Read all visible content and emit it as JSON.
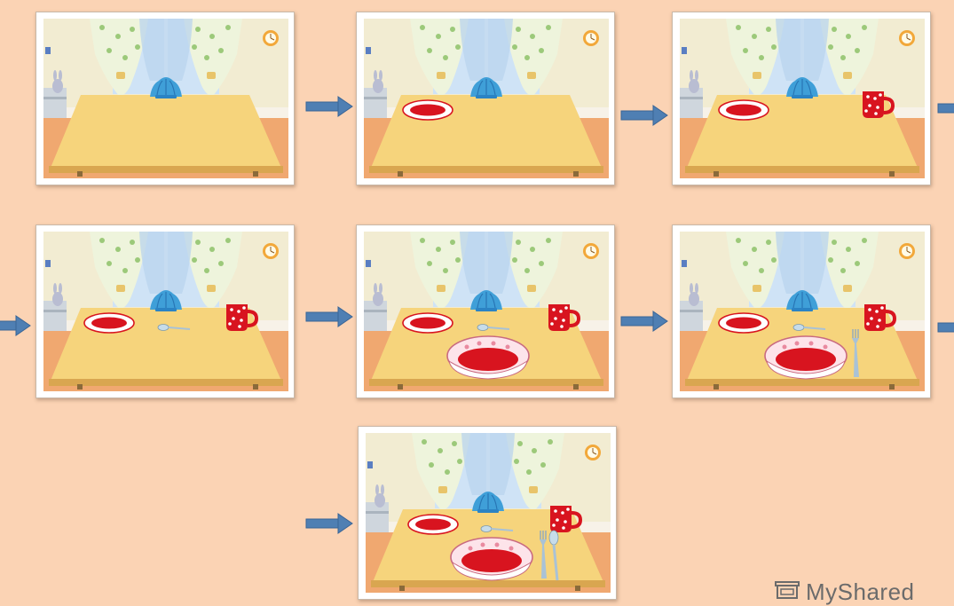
{
  "sequence": {
    "steps": [
      {
        "step": 1,
        "items": [
          "napkin-holder"
        ]
      },
      {
        "step": 2,
        "items": [
          "napkin-holder",
          "small-plate"
        ]
      },
      {
        "step": 3,
        "items": [
          "napkin-holder",
          "small-plate",
          "mug"
        ]
      },
      {
        "step": 4,
        "items": [
          "napkin-holder",
          "small-plate",
          "mug",
          "teaspoon"
        ]
      },
      {
        "step": 5,
        "items": [
          "napkin-holder",
          "small-plate",
          "mug",
          "teaspoon",
          "soup-bowl"
        ]
      },
      {
        "step": 6,
        "items": [
          "napkin-holder",
          "small-plate",
          "mug",
          "teaspoon",
          "soup-bowl",
          "fork"
        ]
      },
      {
        "step": 7,
        "items": [
          "napkin-holder",
          "small-plate",
          "mug",
          "teaspoon",
          "soup-bowl",
          "fork",
          "spoon"
        ]
      }
    ]
  },
  "watermark": {
    "text": "MyShared",
    "icon": "projector-screen-icon"
  },
  "colors": {
    "background": "#fbd3b4",
    "arrow": "#4f7fb3",
    "table": "#f6d47c",
    "napkins": "#3f9fd8",
    "red": "#d8141f"
  }
}
